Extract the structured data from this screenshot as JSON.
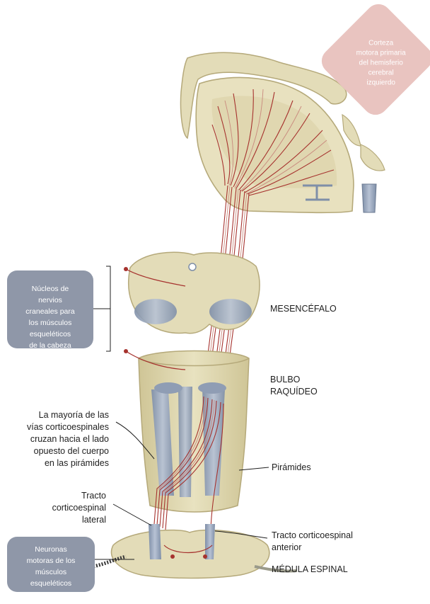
{
  "callouts": {
    "cortex": [
      "Corteza",
      "motora primaria",
      "del hemisferio",
      "cerebral",
      "izquierdo"
    ],
    "cranial_nerves": [
      "Núcleos de",
      "nervios",
      "craneales para",
      "los músculos",
      "esqueléticos",
      "de la cabeza"
    ],
    "motor_neurons": [
      "Neuronas",
      "motoras de los",
      "músculos",
      "esqueléticos"
    ]
  },
  "labels": {
    "mesencephalon": "MESENCÉFALO",
    "medulla_line1": "BULBO",
    "medulla_line2": "RAQUÍDEO",
    "decussation": [
      "La mayoría de las",
      "vías corticoespinales",
      "cruzan hacia el lado",
      "opuesto del cuerpo",
      "en las pirámides"
    ],
    "pyramids": "Pirámides",
    "lateral_tract": [
      "Tracto",
      "corticoespinal",
      "lateral"
    ],
    "anterior_tract": [
      "Tracto corticoespinal",
      "anterior"
    ],
    "spinal_cord": "MÉDULA ESPINAL"
  },
  "colors": {
    "tissue": "#e3dcb8",
    "tissue_dark": "#cfc596",
    "tissue_edge": "#b5a97a",
    "fiber": "#a6322e",
    "fiber_alt": "#c98a7e",
    "tract_blue": "#98a6bd",
    "callout_gray": "#8f97a8",
    "callout_pink": "#e9c4c0"
  }
}
